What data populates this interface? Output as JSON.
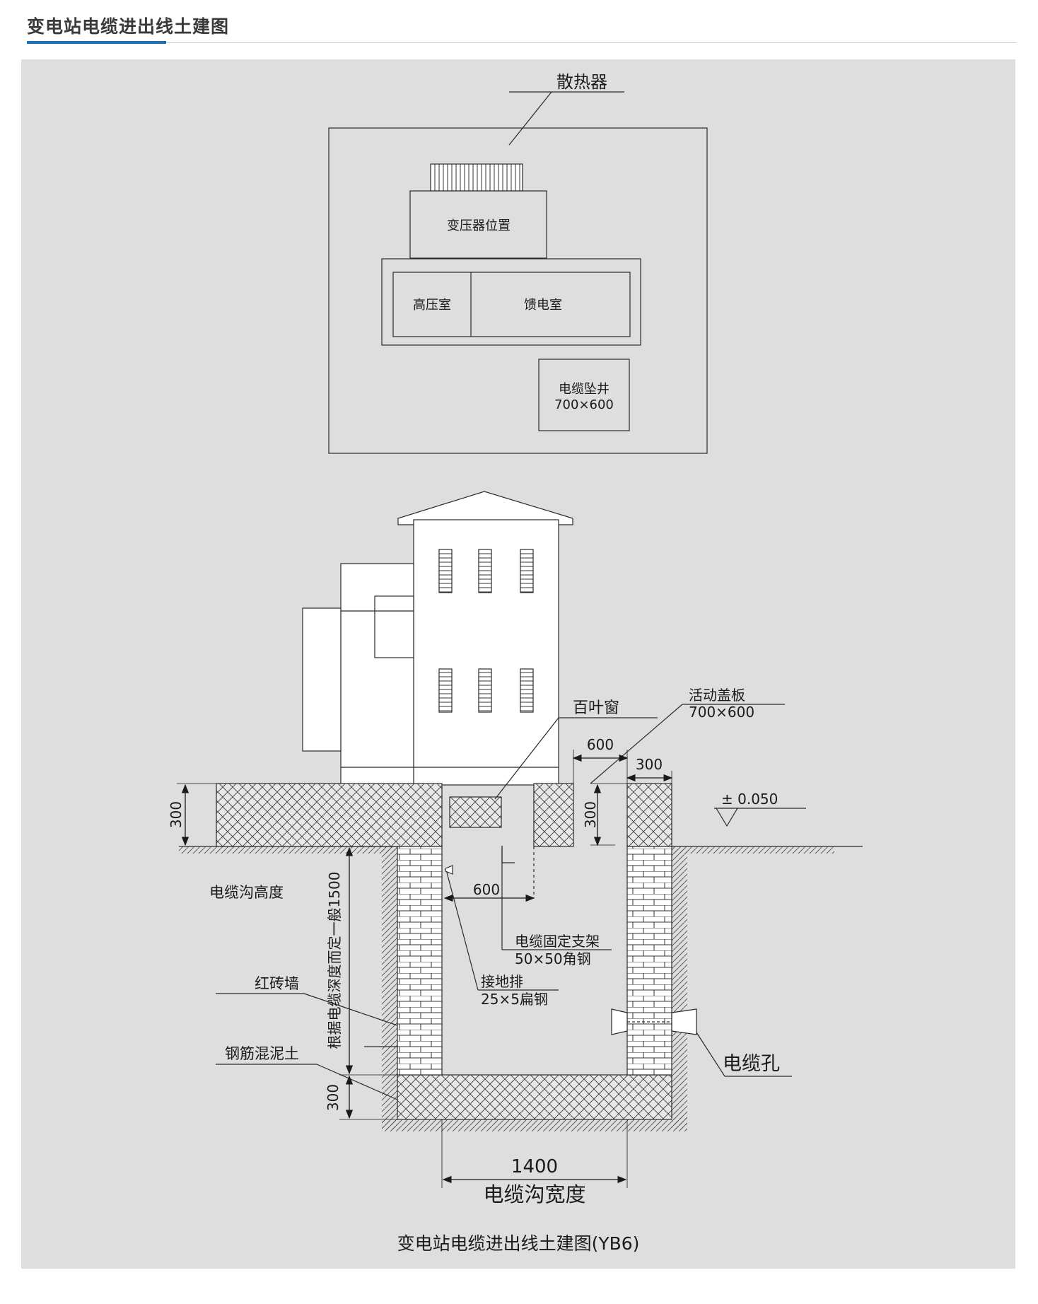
{
  "header": {
    "title": "变电站电缆进出线土建图"
  },
  "plan": {
    "radiator": "散热器",
    "transformer": "变压器位置",
    "hv_room": "高压室",
    "feeder_room": "馈电室",
    "cable_shaft_name": "电缆坠井",
    "cable_shaft_size": "700×600"
  },
  "section": {
    "louver": "百叶窗",
    "cover_name": "活动盖板",
    "cover_size": "700×600",
    "dim_600_top": "600",
    "dim_300_top": "300",
    "dim_300_left": "300",
    "dim_300_inner": "300",
    "elevation": "± 0.050",
    "trench_height": "电缆沟高度",
    "depth_note": "根据电缆深度而定一般1500",
    "dim_600_mid": "600",
    "bracket_name": "电缆固定支架",
    "bracket_spec": "50×50角钢",
    "ground_bar_name": "接地排",
    "ground_bar_spec": "25×5扁钢",
    "brick_wall": "红砖墙",
    "concrete": "钢筋混泥土",
    "dim_300_bottom": "300",
    "cable_hole": "电缆孔",
    "width_dim": "1400",
    "width_label": "电缆沟宽度"
  },
  "caption": "变电站电缆进出线土建图(YB6)",
  "colors": {
    "accent": "#1f6fb4",
    "panel": "#dedede",
    "line": "#2a2a2a"
  }
}
